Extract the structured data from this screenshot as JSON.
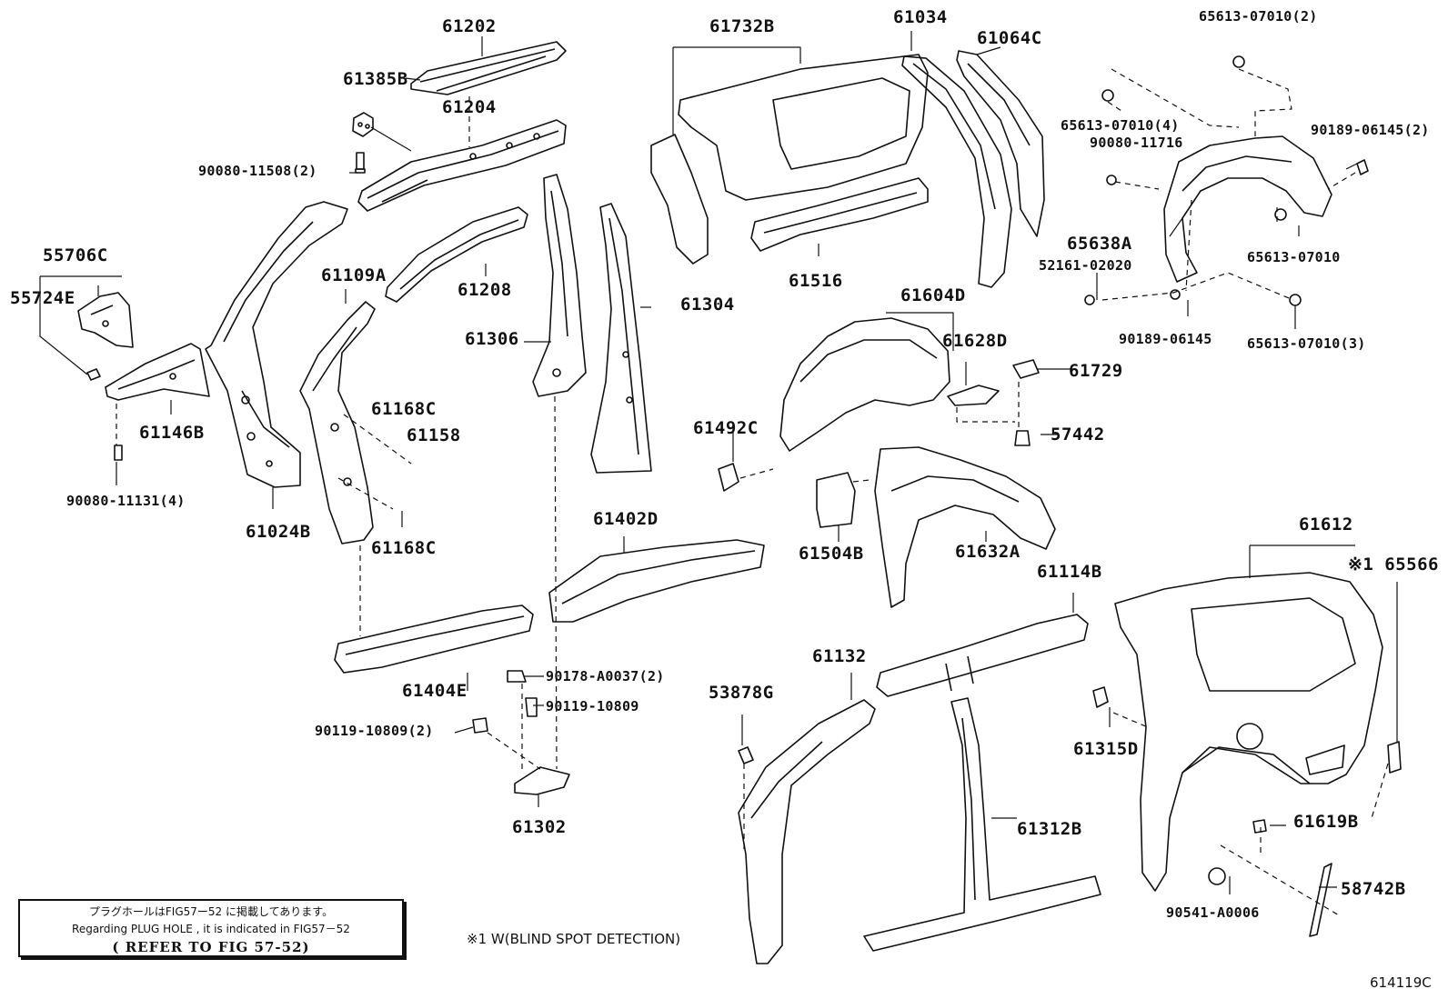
{
  "labels": {
    "p61202": "61202",
    "p61385B": "61385B",
    "p61204": "61204",
    "p90080_11508": "90080-11508(2)",
    "p55706C": "55706C",
    "p55724E": "55724E",
    "p61109A": "61109A",
    "p61208": "61208",
    "p61146B": "61146B",
    "p61168C_a": "61168C",
    "p61158": "61158",
    "p90080_11131": "90080-11131(4)",
    "p61024B": "61024B",
    "p61168C_b": "61168C",
    "p61732B": "61732B",
    "p61034": "61034",
    "p61064C": "61064C",
    "p61516": "61516",
    "p61306": "61306",
    "p61304": "61304",
    "p65613_07010_2": "65613-07010(2)",
    "p65613_07010_4": "65613-07010(4)",
    "p90080_11716": "90080-11716",
    "p90189_06145_2": "90189-06145(2)",
    "p65638A": "65638A",
    "p65613_07010": "65613-07010",
    "p52161_02020": "52161-02020",
    "p90189_06145": "90189-06145",
    "p65613_07010_3": "65613-07010(3)",
    "p61604D": "61604D",
    "p61628D": "61628D",
    "p61729": "61729",
    "p61492C": "61492C",
    "p57442": "57442",
    "p61504B": "61504B",
    "p61632A": "61632A",
    "p61402D": "61402D",
    "p61404E": "61404E",
    "p90178_A0037": "90178-A0037(2)",
    "p90119_10809": "90119-10809",
    "p90119_10809_2": "90119-10809(2)",
    "p61302": "61302",
    "p61612": "61612",
    "p65566": "※1 65566",
    "p61114B": "61114B",
    "p61132": "61132",
    "p53878G": "53878G",
    "p61315D": "61315D",
    "p61312B": "61312B",
    "p61619B": "61619B",
    "p90541_A0006": "90541-A0006",
    "p58742B": "58742B"
  },
  "note": {
    "line_jp": "プラグホールはFIG57ー52 に掲載してあります。",
    "line_en": "Regarding PLUG HOLE , it is indicated in FIG57－52",
    "line_ref": "( REFER TO FIG 57-52)"
  },
  "footnote": "※1 W(BLIND SPOT DETECTION)",
  "figure_id": "614119C"
}
